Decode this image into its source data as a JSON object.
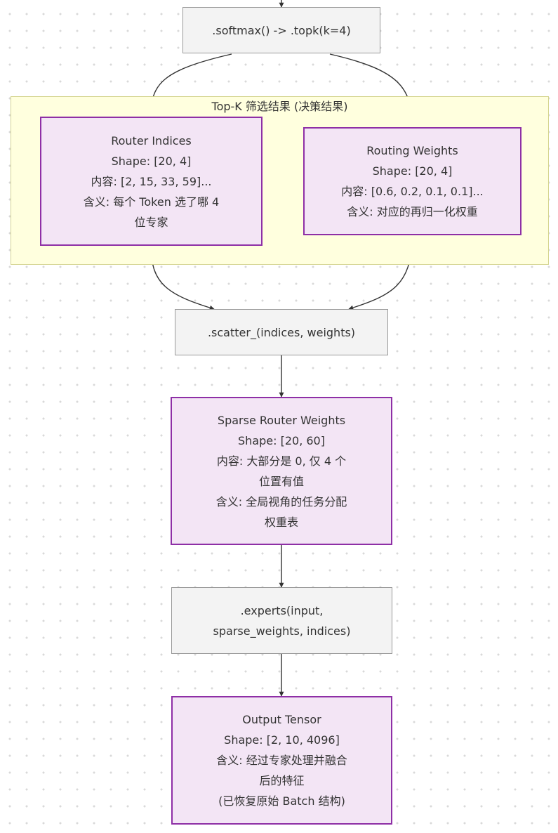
{
  "cluster": {
    "title": "Top-K 筛选结果 (决策结果)"
  },
  "nodes": {
    "softmax_topk": {
      "lines": [
        ".softmax() -> .topk(k=4)"
      ]
    },
    "router_indices": {
      "lines": [
        "Router Indices",
        "Shape: [20, 4]",
        "内容: [2, 15, 33, 59]...",
        "含义: 每个 Token 选了哪 4",
        "位专家"
      ]
    },
    "routing_weights": {
      "lines": [
        "Routing Weights",
        "Shape: [20, 4]",
        "内容: [0.6, 0.2, 0.1, 0.1]...",
        "含义: 对应的再归一化权重"
      ]
    },
    "scatter": {
      "lines": [
        ".scatter_(indices, weights)"
      ]
    },
    "sparse_router_weights": {
      "lines": [
        "Sparse Router Weights",
        "Shape: [20, 60]",
        "内容: 大部分是 0,  仅 4 个",
        "位置有值",
        "含义: 全局视角的任务分配",
        "权重表"
      ]
    },
    "experts": {
      "lines": [
        ".experts(input,",
        "sparse_weights, indices)"
      ]
    },
    "output_tensor": {
      "lines": [
        "Output Tensor",
        "Shape: [2, 10, 4096]",
        "含义: 经过专家处理并融合",
        "后的特征",
        "(已恢复原始 Batch 结构)"
      ]
    }
  },
  "style": {
    "edge_color": "#333333",
    "tensor_fill": "#f3e5f5",
    "tensor_border": "#8e2fa6",
    "op_fill": "#f3f3f3",
    "op_border": "#999999",
    "cluster_fill": "#ffffde",
    "cluster_border": "#d4d48f"
  }
}
